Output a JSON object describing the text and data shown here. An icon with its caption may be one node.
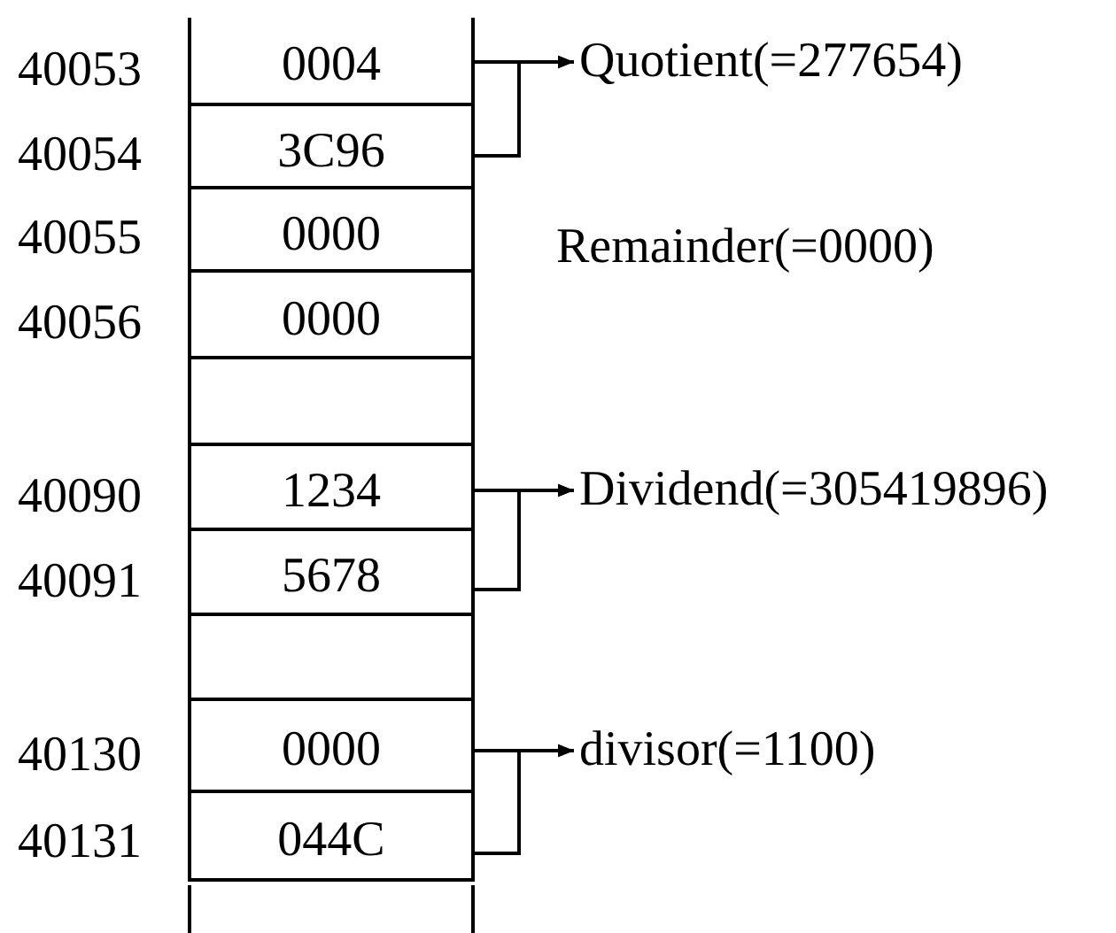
{
  "diagram": {
    "nodes": [
      {
        "text": [
          "0004"
        ]
      },
      {
        "text": [
          "Quotient(=277654)"
        ]
      },
      {
        "text": [
          "3C96"
        ]
      },
      {
        "text": [
          "0000"
        ]
      },
      {
        "text": [
          "0000"
        ]
      },
      {
        "text": [],
        "shape": "box"
      },
      {
        "text": [
          "1234"
        ]
      },
      {
        "text": [
          "Dividend(=305419896)"
        ]
      },
      {
        "text": [
          "5678"
        ]
      },
      {
        "text": [],
        "shape": "box"
      },
      {
        "text": [
          "0000"
        ]
      },
      {
        "text": [
          "divisor(=1100)"
        ]
      },
      {
        "text": [
          "044C"
        ]
      },
      {
        "text": [],
        "shape": "box"
      }
    ],
    "edges": [
      {
        "from": 0,
        "to": 1,
        "arrow": "to"
      },
      {
        "from": 2,
        "to": 1,
        "arrow": "to"
      },
      {
        "from": 6,
        "to": 7,
        "arrow": "to"
      },
      {
        "from": 8,
        "to": 7,
        "arrow": "to"
      },
      {
        "from": 10,
        "to": 11,
        "arrow": "to"
      },
      {
        "from": 12,
        "to": 11,
        "arrow": "to"
      }
    ],
    "labels": [
      "40053",
      "40054",
      "40055",
      "Remainder(=0000)",
      "40056",
      "40090",
      "40091",
      "40130",
      "40131"
    ]
  }
}
